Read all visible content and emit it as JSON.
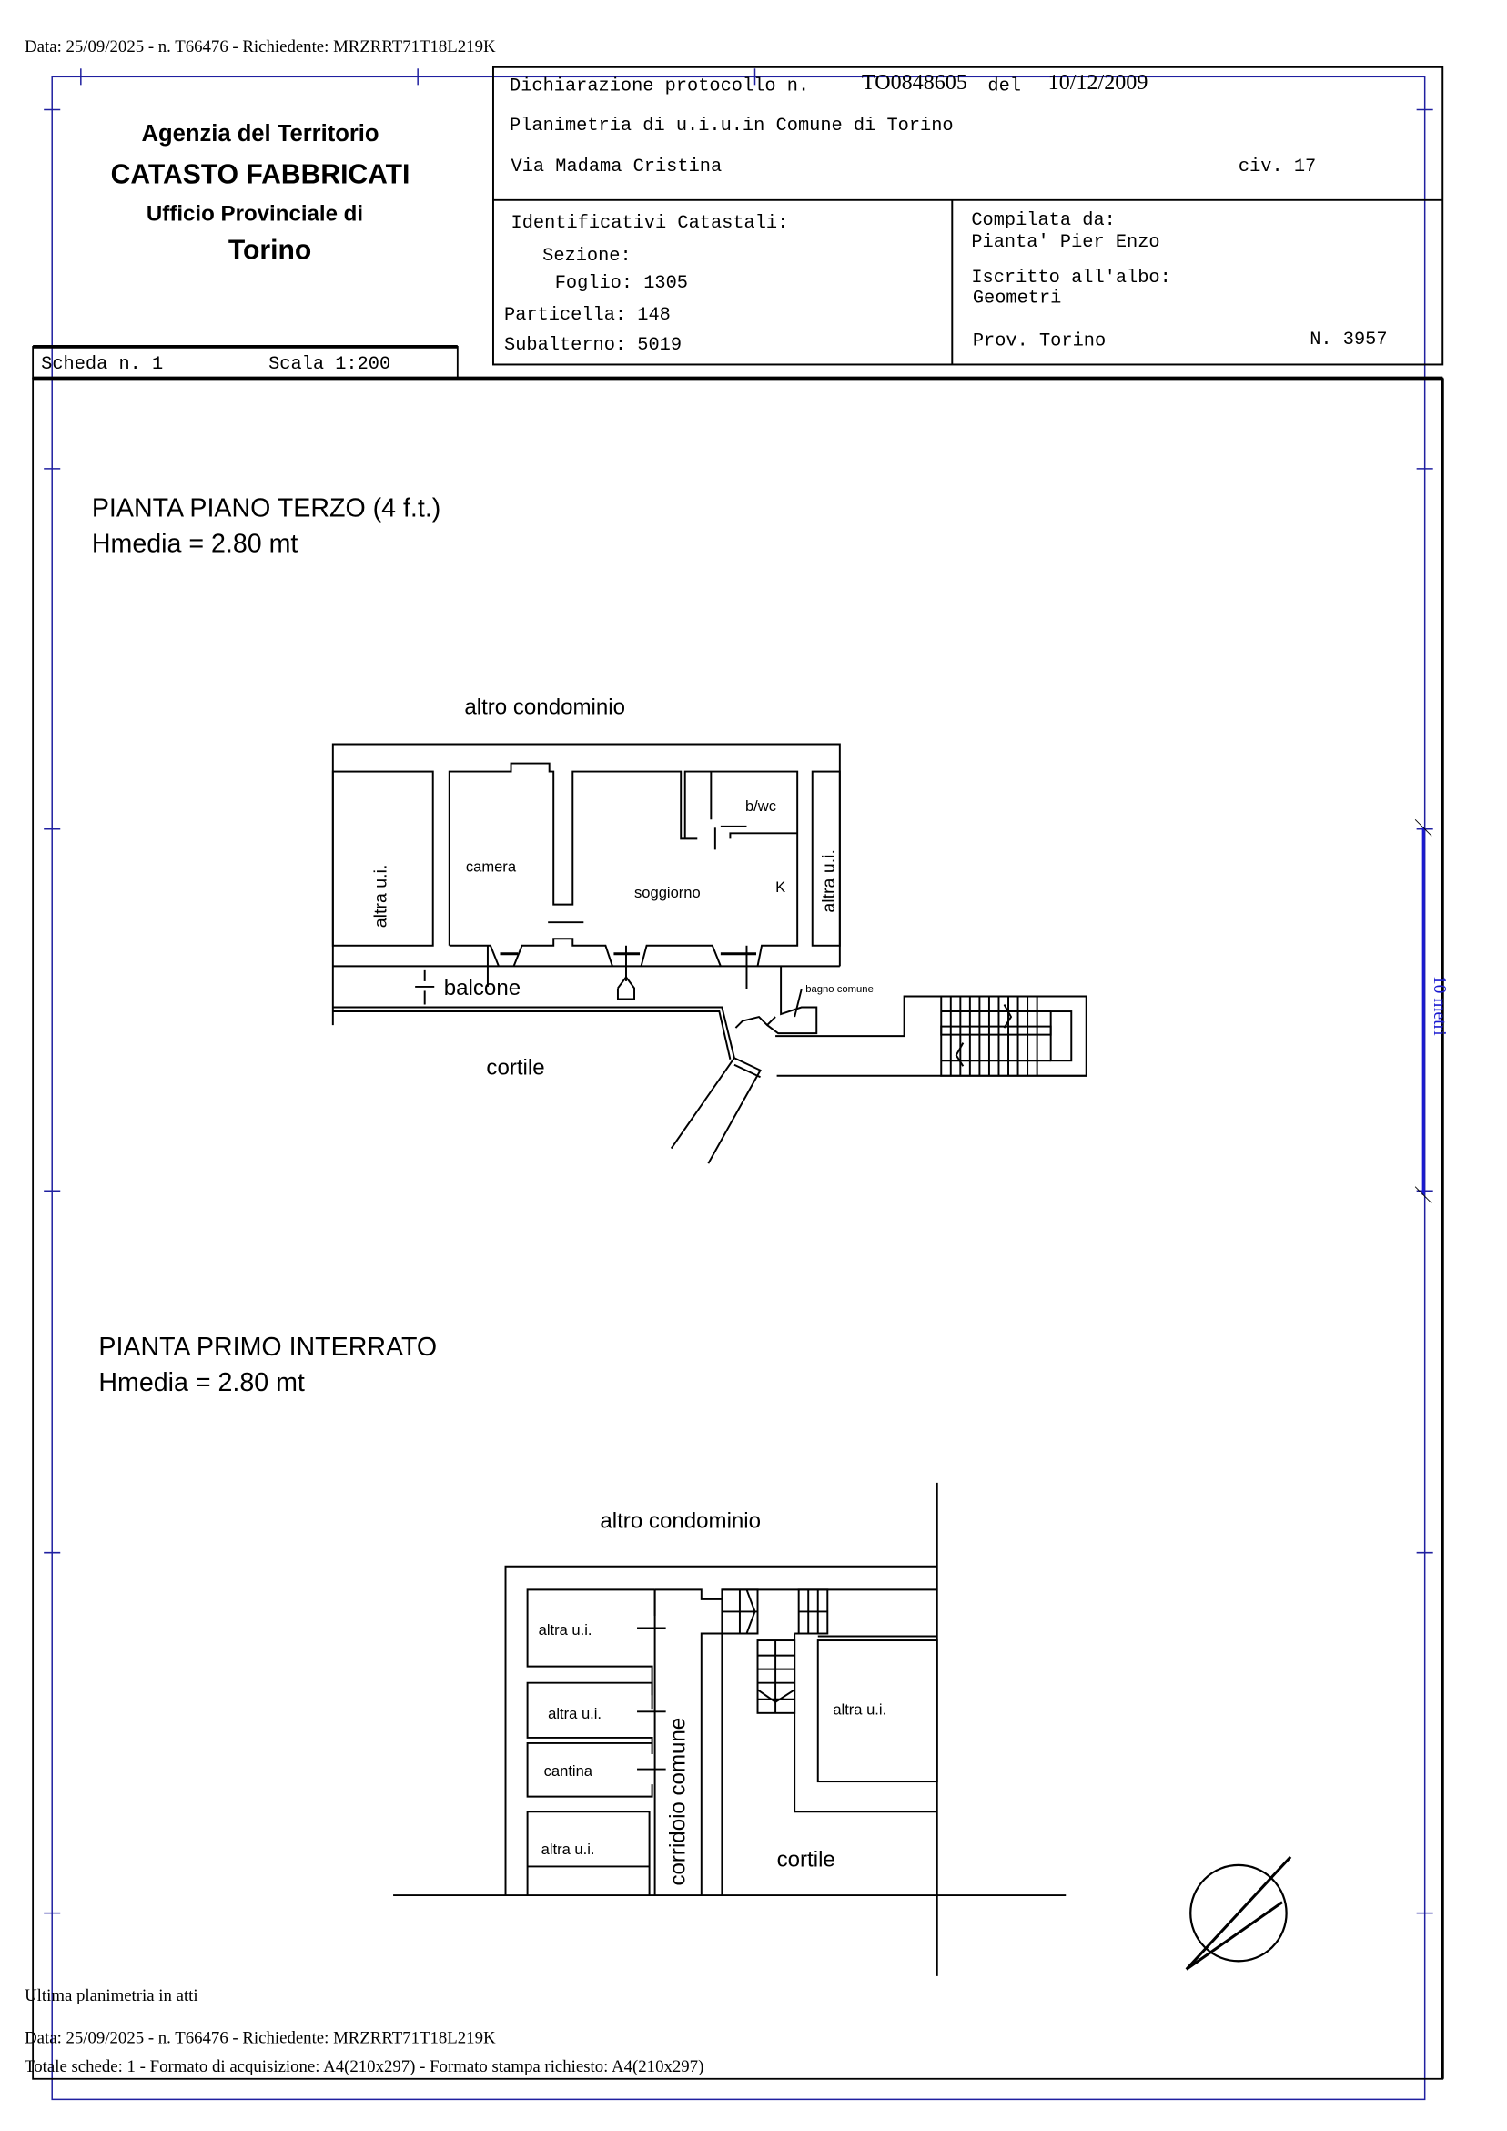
{
  "top_header": "Data: 25/09/2025 - n. T66476 - Richiedente: MRZRRT71T18L219K",
  "agency": {
    "line1": "Agenzia del Territorio",
    "line2": "CATASTO FABBRICATI",
    "line3": "Ufficio Provinciale di",
    "line4": "Torino"
  },
  "declaration": {
    "label": "Dichiarazione protocollo n.",
    "protocol": "TO0848605",
    "del_label": "del",
    "date": "10/12/2009",
    "planimetria": "Planimetria di u.i.u.in Comune di Torino",
    "address": "Via Madama Cristina",
    "civic": "civ. 17"
  },
  "identifiers": {
    "title": "Identificativi Catastali:",
    "sezione": "Sezione:",
    "foglio": "Foglio: 1305",
    "particella": "Particella: 148",
    "subalterno": "Subalterno: 5019"
  },
  "compiler": {
    "label": "Compilata da:",
    "name": "Pianta' Pier Enzo",
    "albo_label": "Iscritto all'albo:",
    "albo": "Geometri",
    "prov": "Prov. Torino",
    "number": "N.  3957"
  },
  "scheda": {
    "label": "Scheda n. 1",
    "scale": "Scala 1:200"
  },
  "scale_bar": {
    "label": "10 metri",
    "color": "#1a1ad0"
  },
  "plan1": {
    "title": "PIANTA PIANO TERZO (4 f.t.)",
    "height": "Hmedia = 2.80 mt",
    "labels": {
      "altro_condominio": "altro condominio",
      "altra_left": "altra u.i.",
      "camera": "camera",
      "soggiorno": "soggiorno",
      "bwc": "b/wc",
      "k": "K",
      "altra_right": "altra u.i.",
      "balcone": "balcone",
      "bagno_comune": "bagno comune",
      "cortile": "cortile"
    }
  },
  "plan2": {
    "title": "PIANTA PRIMO INTERRATO",
    "height": "Hmedia = 2.80 mt",
    "labels": {
      "altro_condominio": "altro condominio",
      "altra1": "altra u.i.",
      "altra2": "altra u.i.",
      "cantina": "cantina",
      "altra3": "altra u.i.",
      "corridoio": "corridoio comune",
      "altra_right": "altra u.i.",
      "cortile": "cortile"
    }
  },
  "footer": {
    "note": "Ultima planimetria in atti",
    "line1": "Data: 25/09/2025 - n. T66476 - Richiedente: MRZRRT71T18L219K",
    "line2": "Totale schede: 1 - Formato di acquisizione: A4(210x297)  - Formato stampa richiesto: A4(210x297)"
  }
}
